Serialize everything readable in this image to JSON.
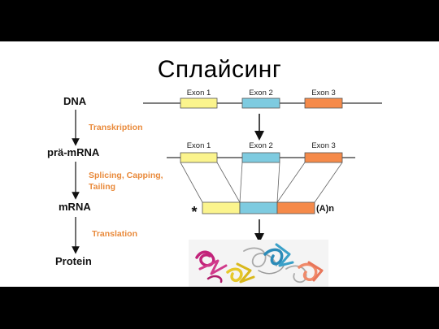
{
  "slide": {
    "title": "Сплайсинг"
  },
  "stages": {
    "dna": "DNA",
    "pre_mrna": "prä-mRNA",
    "mrna": "mRNA",
    "protein": "Protein"
  },
  "steps": {
    "transcription": "Transkription",
    "splicing_line1": "Splicing, Capping,",
    "splicing_line2": "Tailing",
    "translation": "Translation"
  },
  "exons": [
    {
      "label": "Exon 1",
      "color": "#fbf48d"
    },
    {
      "label": "Exon 2",
      "color": "#7ecbe0"
    },
    {
      "label": "Exon 3",
      "color": "#f58a4a"
    }
  ],
  "mrna": {
    "cap_symbol": "*",
    "poly_a_tail": "(A)n"
  },
  "colors": {
    "step_text": "#e98a3b",
    "line": "#555555",
    "arrow": "#111111"
  }
}
